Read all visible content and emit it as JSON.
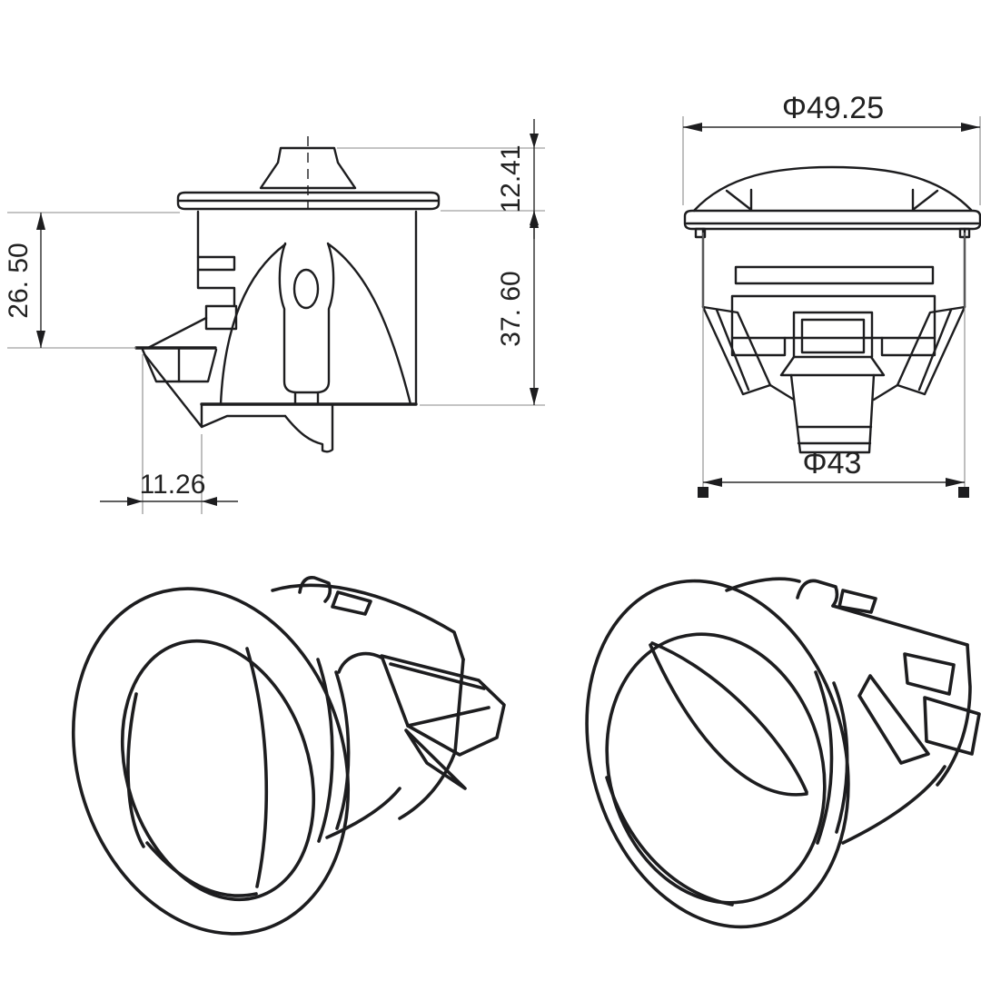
{
  "canvas": {
    "background": "#ffffff",
    "line_color": "#1d1d1f",
    "dimension_color": "#2b2b2b"
  },
  "dimensions": {
    "side_view": {
      "upper_body_height": "26. 50",
      "cap_height": "12.41",
      "body_height": "37. 60",
      "wing_width": "11.26"
    },
    "front_view": {
      "cap_diameter": "Φ49.25",
      "body_diameter": "Φ43"
    }
  }
}
